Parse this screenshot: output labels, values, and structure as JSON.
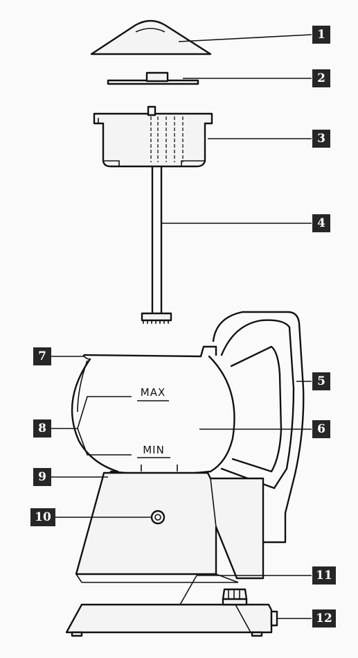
{
  "badges": [
    "1",
    "2",
    "3",
    "4",
    "5",
    "6",
    "7",
    "8",
    "9",
    "10",
    "11",
    "12"
  ],
  "marks": {
    "max": "MAX",
    "min": "MIN"
  }
}
